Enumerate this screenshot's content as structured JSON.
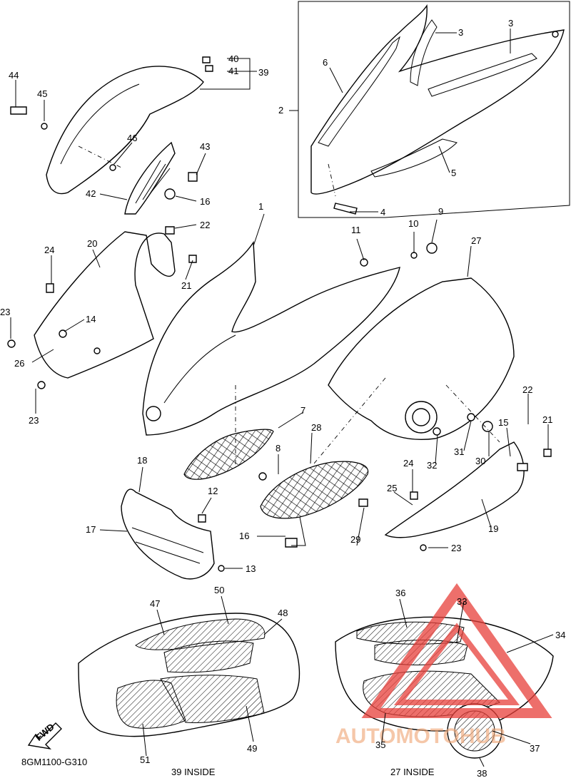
{
  "diagram_code": "8GM1100-G310",
  "fwd_label": "FWD",
  "inside_captions": {
    "left": "39 INSIDE",
    "right": "27 INSIDE"
  },
  "watermark": {
    "text": "AUTOMOTOHUB",
    "color": "#e8403a"
  },
  "callouts": [
    "1",
    "2",
    "3",
    "3",
    "4",
    "5",
    "6",
    "7",
    "8",
    "9",
    "10",
    "11",
    "12",
    "13",
    "14",
    "15",
    "16",
    "16",
    "17",
    "18",
    "19",
    "20",
    "21",
    "21",
    "22",
    "22",
    "23",
    "23",
    "23",
    "24",
    "24",
    "25",
    "26",
    "27",
    "28",
    "29",
    "30",
    "31",
    "32",
    "33",
    "34",
    "35",
    "36",
    "37",
    "38",
    "39",
    "40",
    "41",
    "42",
    "43",
    "44",
    "45",
    "46",
    "47",
    "48",
    "49",
    "50",
    "51"
  ]
}
